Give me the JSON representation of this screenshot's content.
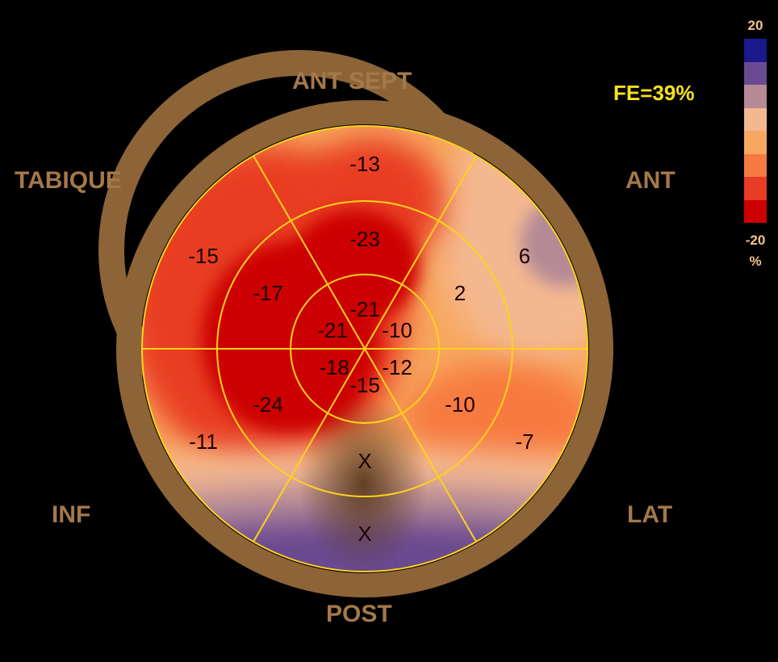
{
  "ejection_fraction": "FE=39%",
  "wall_labels": {
    "ant_sept": "ANT  SEPT",
    "septum": "TABIQUE",
    "anterior": "ANT",
    "inferior": "INF",
    "lateral": "LAT",
    "posterior": "POST"
  },
  "color_scale": {
    "max": "20",
    "min": "-20",
    "unit": "%",
    "colors": [
      "#1a1a8c",
      "#6a4a90",
      "#b58a96",
      "#f4b890",
      "#f7a860",
      "#f77a40",
      "#e83c24",
      "#cc0000"
    ]
  },
  "segments": {
    "basal_ant_sept": "-13",
    "basal_septum": "-15",
    "basal_anterior": "6",
    "basal_inferior": "-11",
    "basal_lateral": "-7",
    "basal_posterior": "X",
    "mid_ant_sept": "-23",
    "mid_septum": "-17",
    "mid_anterior": "2",
    "mid_inferior": "-24",
    "mid_lateral": "-10",
    "mid_posterior": "X",
    "apical_top": "-21",
    "apical_left": "-21",
    "apical_right": "-10",
    "apical_lower_left": "-18",
    "apical_lower_right": "-12",
    "apical_bottom": "-15"
  }
}
